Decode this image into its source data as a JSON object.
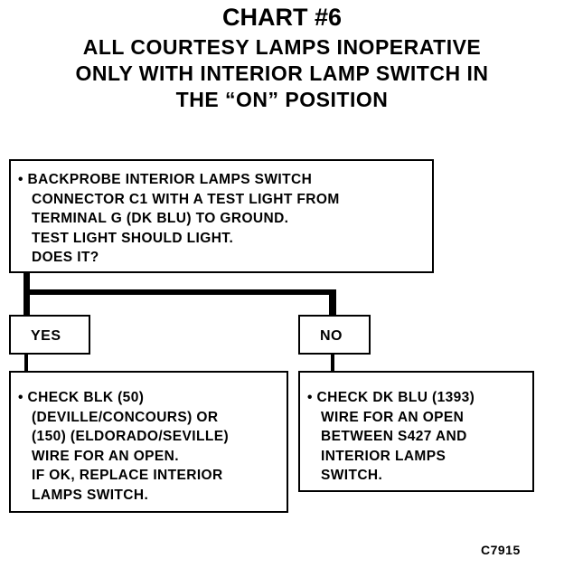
{
  "title": {
    "line1": "CHART #6",
    "line2": "ALL COURTESY LAMPS INOPERATIVE",
    "line3": "ONLY WITH INTERIOR LAMP SWITCH IN",
    "line4": "THE “ON” POSITION"
  },
  "main_box": {
    "lines": [
      "• BACKPROBE INTERIOR LAMPS SWITCH",
      "CONNECTOR C1 WITH A TEST LIGHT FROM",
      "TERMINAL G (DK BLU) TO GROUND.",
      "TEST LIGHT SHOULD LIGHT.",
      "DOES IT?"
    ]
  },
  "branches": {
    "yes_label": "YES",
    "no_label": "NO"
  },
  "yes_box": {
    "lines": [
      "• CHECK BLK (50)",
      "(DEVILLE/CONCOURS) OR",
      "(150) (ELDORADO/SEVILLE)",
      "WIRE FOR AN OPEN.",
      "IF OK, REPLACE INTERIOR",
      "LAMPS SWITCH."
    ]
  },
  "no_box": {
    "lines": [
      "• CHECK DK BLU (1393)",
      "WIRE FOR AN OPEN",
      "BETWEEN S427 AND",
      "INTERIOR LAMPS",
      "SWITCH."
    ]
  },
  "figure_code": "C7915"
}
